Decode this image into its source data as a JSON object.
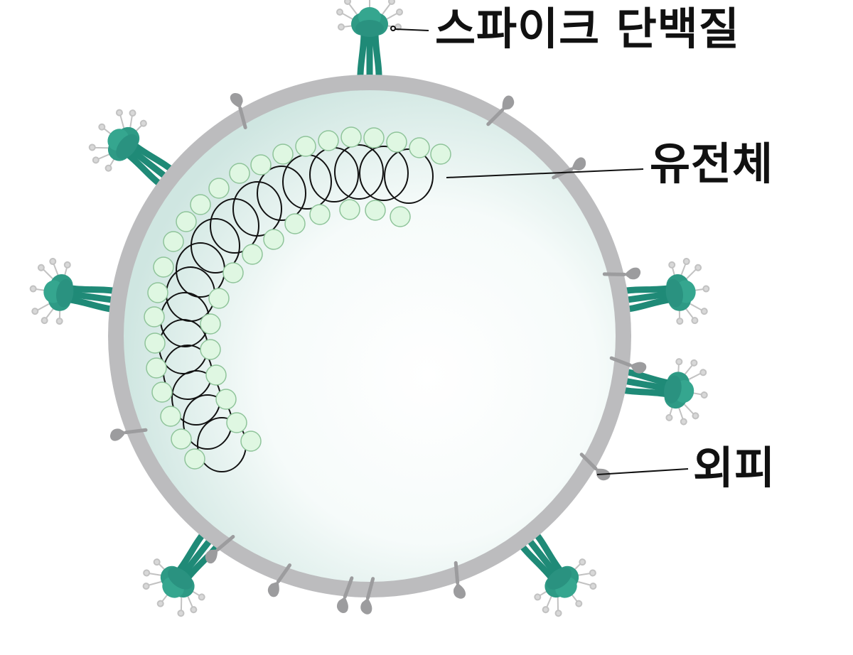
{
  "labels": {
    "spike_protein": "스파이크 단백질",
    "genome": "유전체",
    "envelope": "외피"
  },
  "colors": {
    "spike": "#2f9b87",
    "spike_dark": "#1f7f6e",
    "glycan": "#bdbdbd",
    "membrane": "#bcbcbe",
    "membrane_protein": "#9c9c9e",
    "interior_light": "#ffffff",
    "interior_edge": "#cfe8e2",
    "nucleocapsid": "#dff7e2",
    "nucleocapsid_stroke": "#8fc49a",
    "rna": "#111111",
    "leader": "#111111"
  }
}
